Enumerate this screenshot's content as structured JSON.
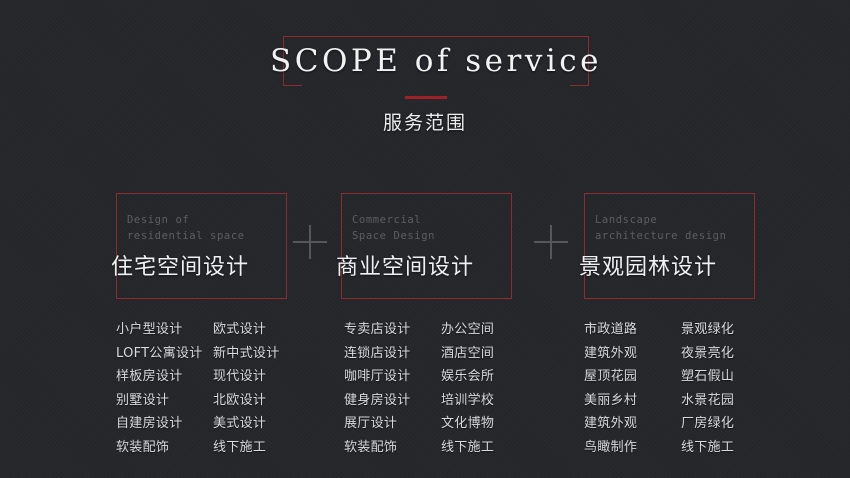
{
  "theme": {
    "background": "#25272b",
    "accent_red": "#8d2b30",
    "rule_red": "#9e2128",
    "text_primary": "#f0f1f2",
    "text_muted": "#5c5e63",
    "text_list": "#d9dadc",
    "plus_gray": "#55575b"
  },
  "header": {
    "title_en": "SCOPE of service",
    "title_cn": "服务范围"
  },
  "separators": {
    "plus": "+"
  },
  "cards": [
    {
      "en_line1": "Design of",
      "en_line2": "residential space",
      "cn": "住宅空间设计",
      "col_a": [
        "小户型设计",
        "LOFT公寓设计",
        "样板房设计",
        "别墅设计",
        "自建房设计",
        "软装配饰"
      ],
      "col_b": [
        "欧式设计",
        "新中式设计",
        "现代设计",
        "北欧设计",
        "美式设计",
        "线下施工"
      ]
    },
    {
      "en_line1": "Commercial",
      "en_line2": "Space Design",
      "cn": "商业空间设计",
      "col_a": [
        "专卖店设计",
        "连锁店设计",
        "咖啡厅设计",
        "健身房设计",
        "展厅设计",
        "软装配饰"
      ],
      "col_b": [
        "办公空间",
        "酒店空间",
        "娱乐会所",
        "培训学校",
        "文化博物",
        "线下施工"
      ]
    },
    {
      "en_line1": "Landscape",
      "en_line2": "architecture design",
      "cn": "景观园林设计",
      "col_a": [
        "市政道路",
        "建筑外观",
        "屋顶花园",
        "美丽乡村",
        "建筑外观",
        "鸟瞰制作"
      ],
      "col_b": [
        "景观绿化",
        "夜景亮化",
        "塑石假山",
        "水景花园",
        "厂房绿化",
        "线下施工"
      ]
    }
  ]
}
